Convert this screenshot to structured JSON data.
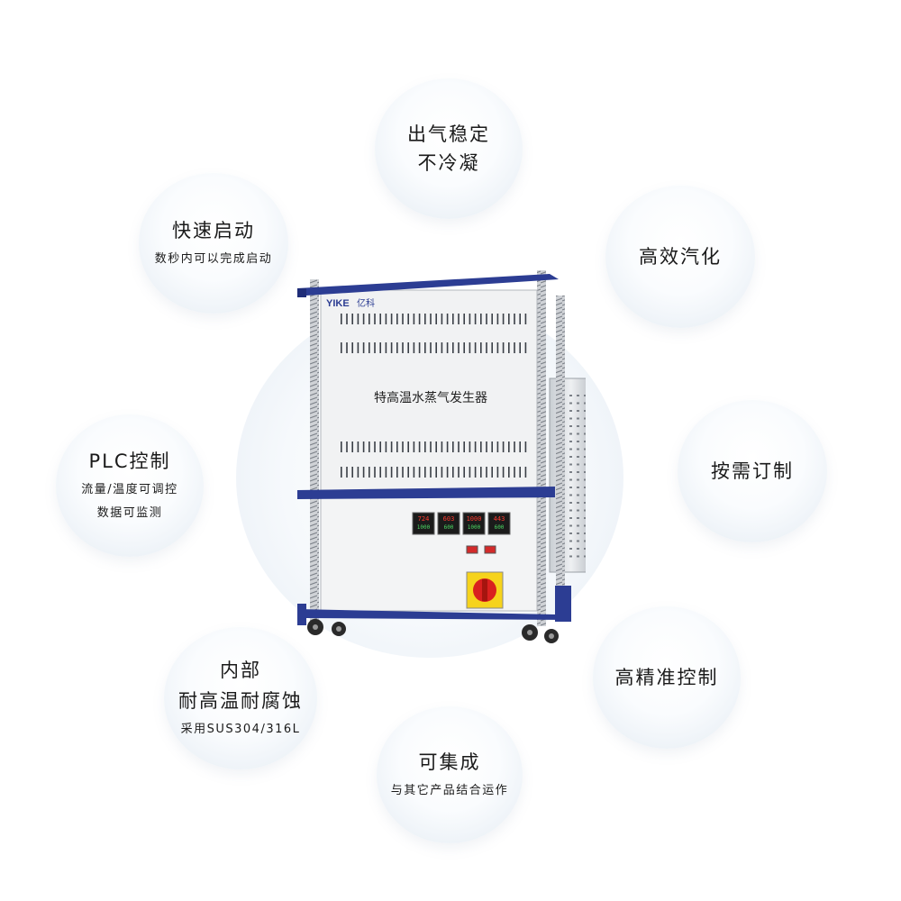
{
  "brand": {
    "logo_text": "YIKE",
    "logo_cn": "亿科",
    "primary_color": "#2c3d93"
  },
  "machine": {
    "panel_label": "特高温水蒸气发生器",
    "controllers": [
      {
        "top": "724",
        "bottom": "1000"
      },
      {
        "top": "603",
        "bottom": "600"
      },
      {
        "top": "1000",
        "bottom": "1000"
      },
      {
        "top": "443",
        "bottom": "600"
      }
    ]
  },
  "features": [
    {
      "id": "stable",
      "lines": [
        "出气稳定",
        "不冷凝"
      ],
      "sub": []
    },
    {
      "id": "vaporize",
      "lines": [
        "高效汽化"
      ],
      "sub": []
    },
    {
      "id": "custom",
      "lines": [
        "按需订制"
      ],
      "sub": []
    },
    {
      "id": "precise",
      "lines": [
        "高精准控制"
      ],
      "sub": []
    },
    {
      "id": "integrate",
      "lines": [
        "可集成"
      ],
      "sub": [
        "与其它产品结合运作"
      ]
    },
    {
      "id": "material",
      "lines": [
        "内部",
        "耐高温耐腐蚀"
      ],
      "sub": [
        "采用SUS304/316L"
      ]
    },
    {
      "id": "plc",
      "lines": [
        "PLC控制"
      ],
      "sub": [
        "流量/温度可调控",
        "数据可监测"
      ]
    },
    {
      "id": "quickstart",
      "lines": [
        "快速启动"
      ],
      "sub": [
        "数秒内可以完成启动"
      ]
    }
  ]
}
